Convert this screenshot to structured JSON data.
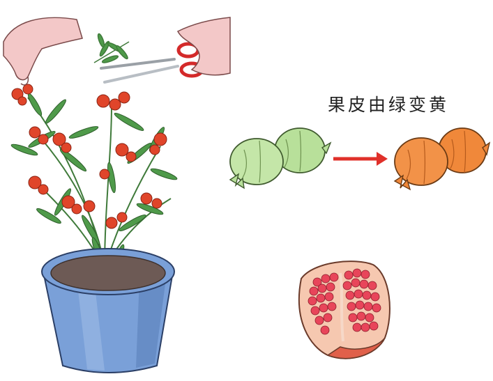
{
  "caption": "果皮由绿变黄",
  "colors": {
    "pot": "#7aa0d8",
    "pot_shadow": "#5479b3",
    "soil": "#6d5a55",
    "leaf": "#4f9a4a",
    "flower": "#e0452a",
    "green_fruit": "#b8e09a",
    "orange_fruit": "#f0883a",
    "arrow": "#e0302a",
    "pomegranate_aril": "#e8455a",
    "skin": "#f3c8c8"
  },
  "illustrations": [
    "potted-pomegranate-plant",
    "hand-pinching-flower",
    "hand-with-scissors-pruning-twig",
    "green-pomegranates",
    "arrow",
    "orange-pomegranates",
    "opened-pomegranate"
  ]
}
